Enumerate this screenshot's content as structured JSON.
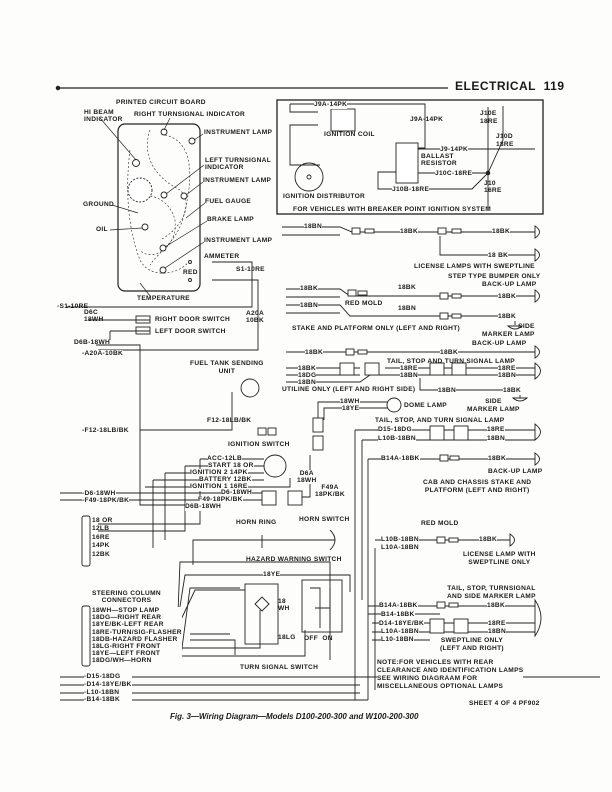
{
  "header": {
    "section": "ELECTRICAL",
    "page_number": "119"
  },
  "instrument_cluster": {
    "title": "PRINTED CIRCUIT BOARD",
    "hi_beam": "HI BEAM\nINDICATOR",
    "right_turn": "RIGHT TURNSIGNAL INDICATOR",
    "instrument_lamp_1": "INSTRUMENT LAMP",
    "left_turn": "LEFT TURNSIGNAL\nINDICATOR",
    "instrument_lamp_2": "INSTRUMENT LAMP",
    "fuel_gauge": "FUEL GAUGE",
    "ground": "GROUND",
    "oil": "OIL",
    "brake_lamp": "BRAKE LAMP",
    "instrument_lamp_3": "INSTRUMENT LAMP",
    "ammeter": "AMMETER",
    "s1_10re": "S1-10RE",
    "red": "RED",
    "temperature": "TEMPERATURE"
  },
  "door_switches": {
    "s1_left": "-S1-10RE",
    "d6c": "D6C\n18WH",
    "right_door": "RIGHT DOOR SWITCH",
    "left_door": "LEFT DOOR SWITCH",
    "a20a": "A20A\n10BK",
    "d6b": "D6B-18WH",
    "a20a_left": "-A20A-10BK"
  },
  "ignition_box": {
    "j9a_top": "J9A-14PK",
    "coil": "IGNITION COIL",
    "j9a_right": "J9A-14PK",
    "j10e": "J10E\n18RE",
    "j10d": "J10D\n18RE",
    "j9": "J9-14PK",
    "ballast": "BALLAST\nRESISTOR",
    "j10c": "J10C-18RE",
    "j10": "J10\n16RE",
    "j10b": "J10B-18RE",
    "distributor": "IGNITION DISTRIBUTOR",
    "note": "FOR VEHICLES WITH BREAKER POINT IGNITION SYSTEM"
  },
  "rear_lamps": {
    "r1_18bn": "18BN",
    "r1_18bk": "18BK",
    "r1_18bk_b": "18BK",
    "r1_18bk_c": "18 BK",
    "license_sweptline": "LICENSE LAMPS WITH SWEPTLINE",
    "step_bumper": "STEP TYPE BUMPER ONLY",
    "backup_1": "BACK-UP LAMP",
    "s_18bk_a": "18BK",
    "s_18bk_b": "18BK",
    "s_18bk_c": "18BK",
    "s_18bn_a": "18BN",
    "red_mold_1": "RED MOLD",
    "s_18bn_b": "18BN",
    "s_18bk_d": "18BK",
    "stake_platform": "STAKE AND PLATFORM ONLY (LEFT AND RIGHT)",
    "side_marker_1": "SIDE\nMARKER LAMP",
    "backup_2": "BACK-UP LAMP",
    "b2_18bk_a": "18BK",
    "b2_18bk_b": "18BK",
    "tail_stop_1": "TAIL, STOP AND TURN SIGNAL LAMP",
    "u_18bk": "18BK",
    "u_18dg": "18DG",
    "u_18bn": "18BN",
    "u_18re": "18RE",
    "u_18bn_b": "18BN",
    "u_18re_c": "18RE",
    "u_18bn_c": "18BN",
    "utiline": "UTILINE ONLY (LEFT AND RIGHT SIDE)",
    "u_18bn_d": "18BN",
    "u_18bk_e": "18BK",
    "side_marker_2": "SIDE\nMARKER LAMP",
    "dome_18wh": "18WH",
    "dome_18ye": "18YE",
    "dome_lamp": "DOME LAMP",
    "tail_stop_2": "TAIL, STOP, AND TURN SIGNAL LAMP",
    "d15": "D15-18DG",
    "l10b": "L10B-18BN",
    "t2_18re": "18RE",
    "t2_18bn": "18BN",
    "b14a": "B14A-18BK",
    "b14a_18bk": "18BK",
    "backup_3": "BACK-UP LAMP",
    "cab_chassis": "CAB AND CHASSIS STAKE AND\nPLATFORM (LEFT AND RIGHT)",
    "red_mold_2": "RED MOLD",
    "lic_l10b": "L10B-18BN",
    "lic_l10a": "L10A-18BN",
    "lic_18bk": "18BK",
    "license_lamp": "LICENSE LAMP WITH\nSWEPTLINE ONLY",
    "tail_stop_3": "TAIL, STOP, TURNSIGNAL\nAND SIDE MARKER LAMP",
    "sw_b14a": "B14A-18BK",
    "sw_b14": "B14-18BK",
    "sw_d14": "D14-18YE/BK",
    "sw_l10a": "L10A-18BN",
    "sw_l10": "L10-18BN",
    "sw_18bk": "18BK",
    "sw_18re": "18RE",
    "sw_18bn": "18BN",
    "sweptline_only": "SWEPTLINE ONLY\n(LEFT AND RIGHT)",
    "note": "NOTE:FOR VEHICLES WITH REAR\nCLEARANCE AND IDENTIFICATION LAMPS\nSEE WIRING DIAGRAAM FOR\nMISCELLANEOUS OPTIONAL LAMPS"
  },
  "center": {
    "fuel_tank": "FUEL TANK SENDING\nUNIT",
    "f12": "F12-18LB/BK",
    "f12_left": "-F12-18LB/BK",
    "ign_switch": "IGNITION SWITCH",
    "acc": "ACC-12LB",
    "start": "START 18 OR",
    "ign2": "IGNITION 2 14PK",
    "battery": "BATTERY 12BK",
    "ign1": "IGNITION 1 16RE",
    "d6": "D6-18WH",
    "f49": "F49-18PK/BK",
    "d6b": "D6B-18WH",
    "d6_left": "-D6-18WH",
    "f49_left": "-F49-18PK/BK",
    "d6a": "D6A\n18WH",
    "f49a": "F49A\n18PK/BK",
    "horn_ring": "HORN RING",
    "horn_switch": "HORN SWITCH",
    "hazard": "HAZARD WARNING SWITCH",
    "h_18ye": "18YE",
    "h_18wh": "18\nWH",
    "h_18lg": "18LG",
    "off_on": "OFF  ON",
    "turn_switch": "TURN SIGNAL SWITCH"
  },
  "connectors": {
    "top": [
      "18 OR",
      "12LB",
      "16RE",
      "14PK",
      "12BK"
    ],
    "steering_title": "STEERING COLUMN\nCONNECTORS",
    "steering": [
      "18WH—STOP LAMP",
      "18DG—RIGHT REAR",
      "18YE/BK-LEFT REAR",
      "18RE-TURN/SIG-FLASHER",
      "18DB-HAZARD FLASHER",
      "18LG-RIGHT FRONT",
      "18YE—LEFT FRONT",
      "18DG/WH—HORN"
    ],
    "bottom": [
      "-D15-18DG",
      "-D14-18YE/BK",
      "-L10-18BN",
      "-B14-18BK"
    ]
  },
  "footer": {
    "sheet": "SHEET 4 OF 4 PF902",
    "caption": "Fig. 3—Wiring Diagram—Models D100-200-300 and W100-200-300"
  }
}
